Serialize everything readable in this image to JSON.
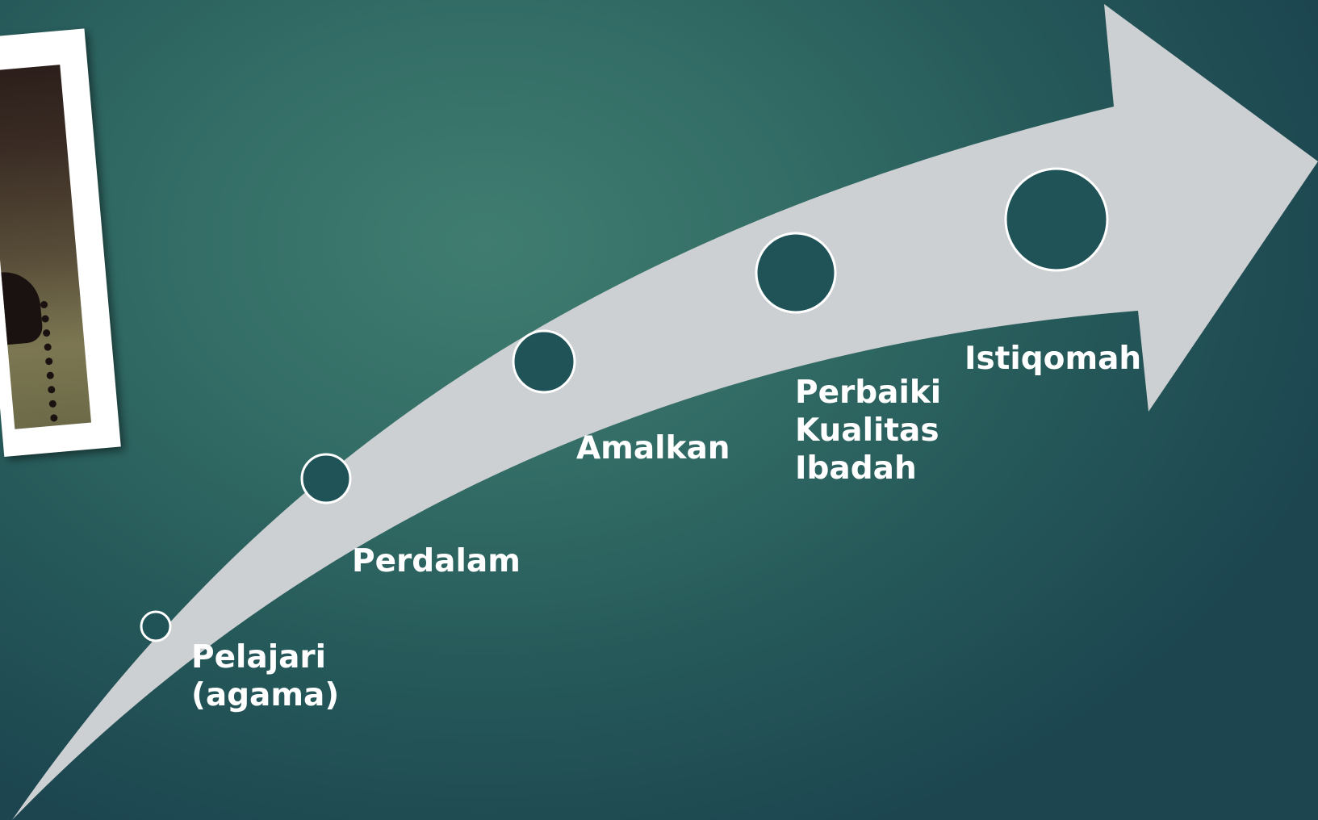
{
  "colors": {
    "arrow_fill": "#cdd0d2",
    "circle_fill": "#1f5357",
    "circle_stroke": "#ffffff",
    "label_color": "#ffffff"
  },
  "photo": {
    "description_icon": "praying-hands-with-prayer-beads-photo"
  },
  "steps": [
    {
      "label": "Pelajari\n(agama)"
    },
    {
      "label": "Perdalam"
    },
    {
      "label": "Amalkan"
    },
    {
      "label": "Perbaiki\nKualitas\nIbadah"
    },
    {
      "label": "Istiqomah"
    }
  ]
}
